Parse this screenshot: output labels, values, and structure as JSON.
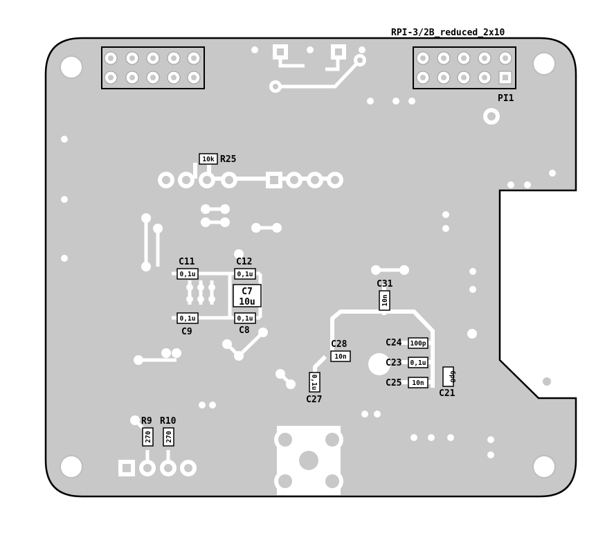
{
  "header": {
    "connector_title": "RPI-3/2B_reduced_2x10"
  },
  "designators": {
    "PI1": "PI1",
    "R25": "R25",
    "C11": "C11",
    "C12": "C12",
    "C7": "C7",
    "C9": "C9",
    "C8": "C8",
    "C31": "C31",
    "C24": "C24",
    "C28": "C28",
    "C23": "C23",
    "C25": "C25",
    "C21": "C21",
    "C27": "C27",
    "R9": "R9",
    "R10": "R10"
  },
  "values": {
    "R25": "10k",
    "C11": "0,1u",
    "C12": "0,1u",
    "C7": "10u",
    "C9": "0,1u",
    "C8": "0,1u",
    "C31": "10n",
    "C24": "100p",
    "C28": "10n",
    "C23": "0,1u",
    "C25": "10n",
    "C21": "6p8",
    "C27": "0,1u",
    "R9": "270",
    "R10": "270"
  },
  "colors": {
    "board_fill": "#c8c8c8",
    "outline": "#000000",
    "pad_ring": "#ffffff",
    "silkscreen": "#000000"
  }
}
